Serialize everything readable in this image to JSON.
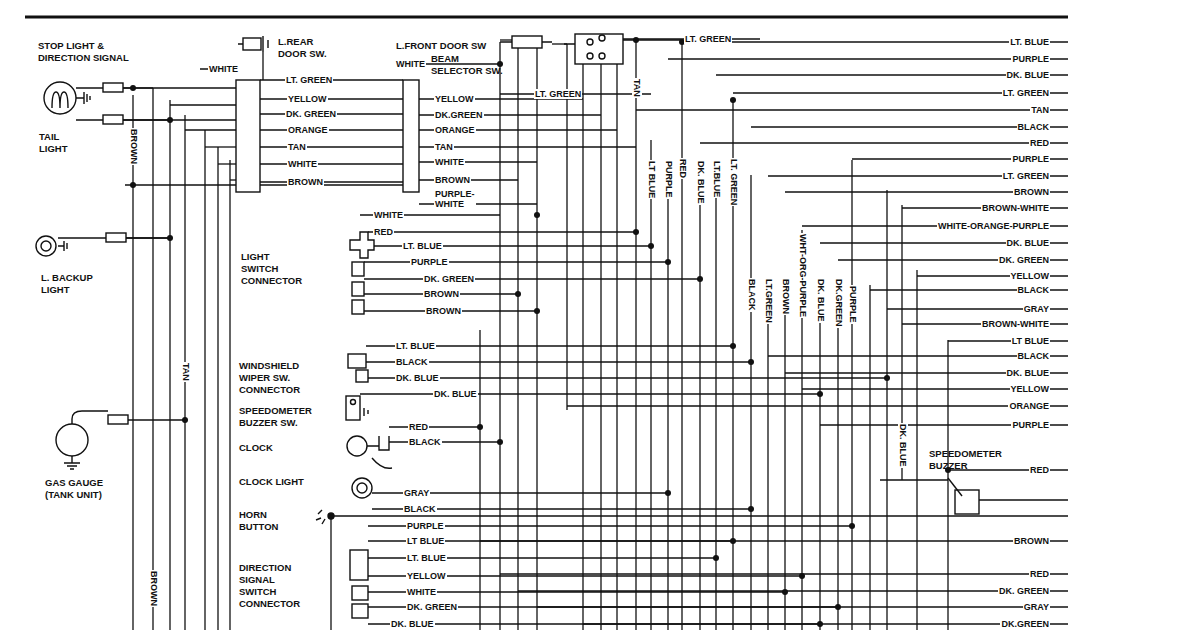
{
  "diagram": {
    "labels": [
      "STOP LIGHT & DIRECTION SIGNAL",
      "TAIL LIGHT",
      "WHITE",
      "BROWN",
      "L. BACKUP LIGHT",
      "TAN",
      "GAS GAUGE (TANK UNIT)",
      "BROWN",
      "L.REAR DOOR SW.",
      "LT. GREEN",
      "YELLOW",
      "DK. GREEN",
      "ORANGE",
      "TAN",
      "WHITE",
      "BROWN",
      "L.FRONT DOOR SW",
      "WHITE",
      "BEAM SELECTOR SW.",
      "YELLOW",
      "DK.GREEN",
      "ORANGE",
      "TAN",
      "WHITE",
      "BROWN",
      "PURPLE- WHITE",
      "LT. GREEN",
      "TAN",
      "LT. GREEN",
      "LT BLUE",
      "PURPLE",
      "RED",
      "DK. BLUE",
      "LT.BLUE",
      "LT. GREEN",
      "LIGHT SWITCH CONNECTOR",
      "WHITE",
      "RED",
      "LT. BLUE",
      "PURPLE",
      "DK. GREEN",
      "BROWN",
      "BROWN",
      "WINDSHIELD WIPER SW. CONNECTOR",
      "LT. BLUE",
      "BLACK",
      "DK. BLUE",
      "SPEEDOMETER BUZZER SW.",
      "DK. BLUE",
      "CLOCK",
      "RED",
      "BLACK",
      "CLOCK LIGHT",
      "HORN BUTTON",
      "GRAY",
      "BLACK",
      "PURPLE",
      "LT BLUE",
      "LT. BLUE",
      "YELLOW",
      "WHITE",
      "DK. GREEN",
      "DK. BLUE",
      "DIRECTION SIGNAL SWITCH CONNECTOR",
      "BLACK",
      "LT.GREEN",
      "BROWN",
      "WHT-ORG-PURPLE",
      "DK. BLUE",
      "DK.GREEN",
      "PURPLE",
      "DK. BLUE",
      "SPEEDOMETER BUZZER",
      "LT. BLUE",
      "PURPLE",
      "DK. BLUE",
      "LT. GREEN",
      "TAN",
      "BLACK",
      "RED",
      "PURPLE",
      "LT. GREEN",
      "BROWN",
      "BROWN-WHITE",
      "WHITE-ORANGE-PURPLE",
      "DK. BLUE",
      "DK. GREEN",
      "YELLOW",
      "BLACK",
      "GRAY",
      "BROWN-WHITE",
      "LT BLUE",
      "BLACK",
      "DK. BLUE",
      "YELLOW",
      "ORANGE",
      "PURPLE",
      "RED",
      "BROWN",
      "RED",
      "DK. GREEN",
      "GRAY",
      "DK.GREEN"
    ]
  }
}
